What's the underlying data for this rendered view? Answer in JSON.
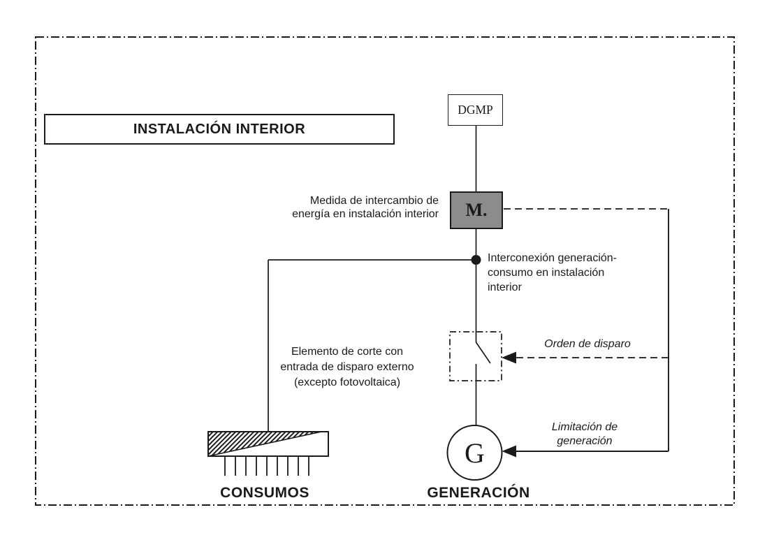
{
  "frame": {
    "title": "INSTALACIÓN INTERIOR"
  },
  "nodes": {
    "dgmp_label": "DGMP",
    "meter_label": "M.",
    "generator_label": "G"
  },
  "annotations": {
    "medida": "Medida de intercambio de\nenergía en instalación interior",
    "interconexion": "Interconexión generación-\nconsumo en instalación\ninterior",
    "elemento_corte": "Elemento de corte con\nentrada de disparo externo\n(excepto fotovoltaica)",
    "orden_disparo": "Orden de disparo",
    "limitacion_generacion": "Limitación de\ngeneración"
  },
  "labels": {
    "consumos": "CONSUMOS",
    "generacion": "GENERACIÓN"
  },
  "colors": {
    "line": "#1a1a1a",
    "meter_fill": "#8c8c8c",
    "background": "#ffffff"
  }
}
